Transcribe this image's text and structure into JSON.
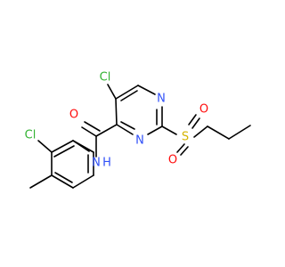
{
  "colors": {
    "bond": "#000000",
    "chlorine": "#32b232",
    "oxygen": "#ff0d0d",
    "nitrogen": "#3050f8",
    "sulfur": "#d4b400",
    "background": "#ffffff"
  },
  "atoms": {
    "cl_top": "Cl",
    "n_ring_top": "N",
    "o_carbonyl": "O",
    "n_ring_bottom": "N",
    "s_sulfonyl": "S",
    "o_sulfonyl_top": "O",
    "o_sulfonyl_bottom": "O",
    "cl_aryl": "Cl",
    "nh_n": "N",
    "nh_h": "H"
  }
}
